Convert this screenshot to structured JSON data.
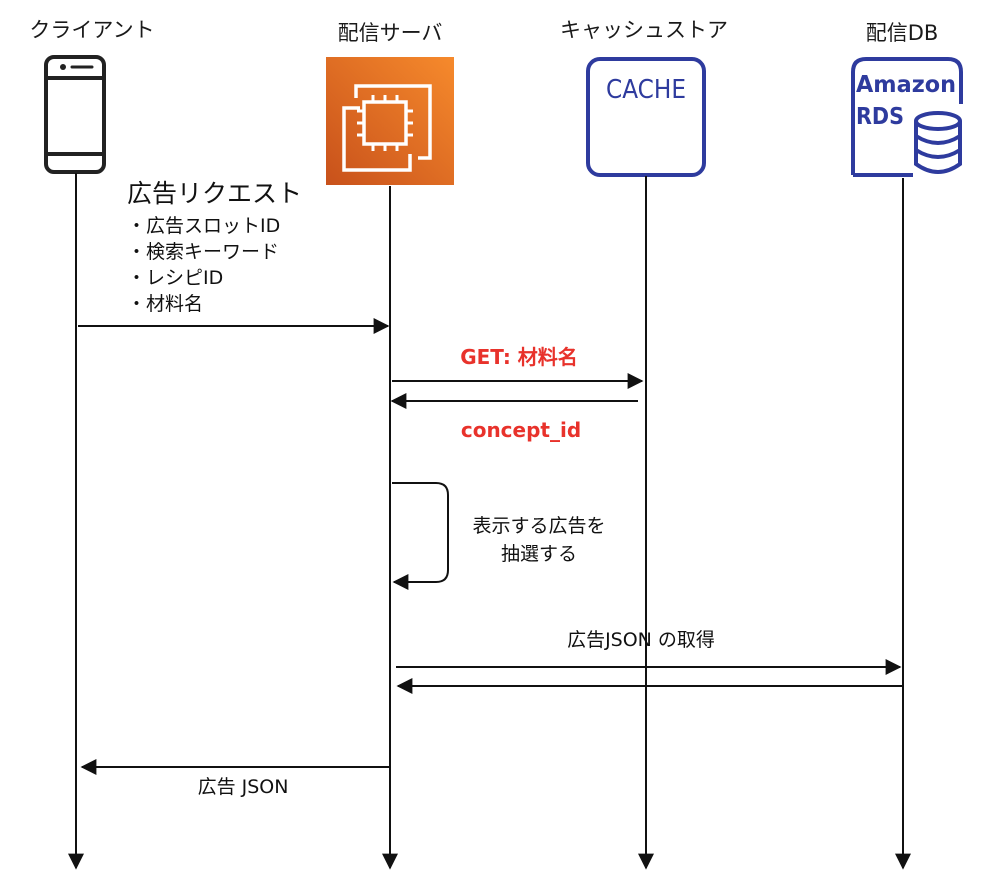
{
  "actors": {
    "client": {
      "label": "クライアント",
      "icon": "smartphone-icon"
    },
    "server": {
      "label": "配信サーバ",
      "icon": "ec2-chip-icon"
    },
    "cache": {
      "label": "キャッシュストア",
      "icon_text": "CACHE"
    },
    "db": {
      "label": "配信DB",
      "icon_text_line1": "Amazon",
      "icon_text_line2": "RDS"
    }
  },
  "messages": {
    "ad_request": {
      "title": "広告リクエスト",
      "items": [
        "・広告スロットID",
        "・検索キーワード",
        "・レシピID",
        "・材料名"
      ]
    },
    "cache_get": "GET: 材料名",
    "cache_return": "concept_id",
    "select_line1": "表示する広告を",
    "select_line2": "抽選する",
    "fetch_json": "広告JSON の取得",
    "response_json": "広告 JSON"
  },
  "colors": {
    "aws_orange_dark": "#d05c17",
    "aws_orange_light": "#f58534",
    "store_blue": "#2e3b9e",
    "highlight_red": "#e8322b",
    "line": "#111111",
    "phone": "#222222"
  }
}
